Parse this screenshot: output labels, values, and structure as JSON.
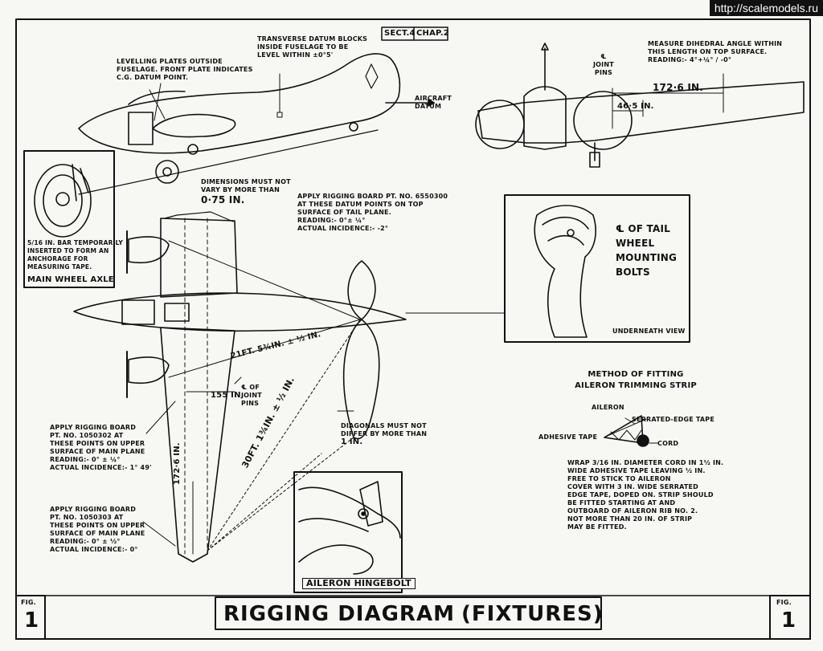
{
  "watermark": "http://scalemodels.ru",
  "header": {
    "section": "SECT.4",
    "chapter": "CHAP.2"
  },
  "title": {
    "main": "RIGGING DIAGRAM",
    "sub": "(FIXTURES)"
  },
  "fig_left": {
    "label": "FIG.",
    "number": "1"
  },
  "fig_right": {
    "label": "FIG.",
    "number": "1"
  },
  "side_view": {
    "datum_blocks": [
      "TRANSVERSE DATUM BLOCKS",
      "INSIDE FUSELAGE TO BE",
      "LEVEL WITHIN ±0°5'"
    ],
    "levelling_plates": [
      "LEVELLING PLATES OUTSIDE",
      "FUSELAGE. FRONT PLATE INDICATES",
      "C.G. DATUM POINT."
    ],
    "aircraft_datum": [
      "AIRCRAFT",
      "DATUM"
    ]
  },
  "front_view": {
    "dihedral": [
      "MEASURE DIHEDRAL ANGLE WITHIN",
      "THIS LENGTH ON TOP SURFACE.",
      "READING:- 4°+¼° / -0°"
    ],
    "joint_pins": [
      "℄",
      "JOINT",
      "PINS"
    ],
    "dim_long": "172·6 IN.",
    "dim_short": "46·5 IN."
  },
  "main_wheel": {
    "note": [
      "5/16 IN. BAR TEMPORARILY",
      "INSERTED TO FORM AN",
      "ANCHORAGE FOR",
      "MEASURING TAPE."
    ],
    "caption": "MAIN WHEEL AXLE"
  },
  "dimensions_note": [
    "DIMENSIONS MUST NOT",
    "VARY BY MORE THAN",
    "0·75 IN."
  ],
  "tail_plane_note": [
    "APPLY RIGGING BOARD PT. NO. 6550300",
    "AT THESE DATUM POINTS ON TOP",
    "SURFACE OF TAIL PLANE.",
    "READING:- 0°± ¼°",
    "ACTUAL INCIDENCE:- -2°"
  ],
  "tail_wheel": {
    "label": [
      "℄ OF TAIL",
      "WHEEL",
      "MOUNTING",
      "BOLTS"
    ],
    "caption": "UNDERNEATH VIEW"
  },
  "plan_view": {
    "diag1": "21FT. 5¾IN. ± ½ IN.",
    "diag2": "30FT. 1¾IN. ± ½ IN.",
    "span_dim": "172·6 IN.",
    "dim_155": "155 IN.",
    "joint_pins": [
      "℄ OF",
      "JOINT",
      "PINS"
    ]
  },
  "diagonals_note": [
    "DIAGONALS MUST NOT",
    "DIFFER BY MORE THAN",
    "1 IN."
  ],
  "board_1050302": [
    "APPLY RIGGING BOARD",
    "PT. NO. 1050302 AT",
    "THESE POINTS ON UPPER",
    "SURFACE OF MAIN PLANE",
    "READING:- 0° ± ¼°",
    "ACTUAL INCIDENCE:- 1° 49'"
  ],
  "board_1050303": [
    "APPLY RIGGING BOARD",
    "PT. NO. 1050303 AT",
    "THESE POINTS ON UPPER",
    "SURFACE OF MAIN PLANE",
    "READING:- 0° ± ½°",
    "ACTUAL INCIDENCE:- 0°"
  ],
  "aileron_hingebolt": "AILERON HINGEBOLT",
  "trim_strip": {
    "title": [
      "METHOD OF FITTING",
      "AILERON TRIMMING STRIP"
    ],
    "aileron": "AILERON",
    "serrated": "SERRATED-EDGE TAPE",
    "adhesive": "ADHESIVE TAPE",
    "cord": "CORD",
    "instructions": [
      "WRAP 3/16 IN. DIAMETER CORD IN 1½ IN.",
      "WIDE ADHESIVE TAPE LEAVING ½ IN.",
      "FREE TO STICK TO AILERON",
      "COVER WITH 3 IN. WIDE SERRATED",
      "EDGE TAPE, DOPED ON. STRIP SHOULD",
      "BE FITTED STARTING AT AND",
      "OUTBOARD OF AILERON RIB No. 2.",
      "NOT MORE THAN 20 IN. OF STRIP",
      "MAY BE FITTED."
    ]
  }
}
